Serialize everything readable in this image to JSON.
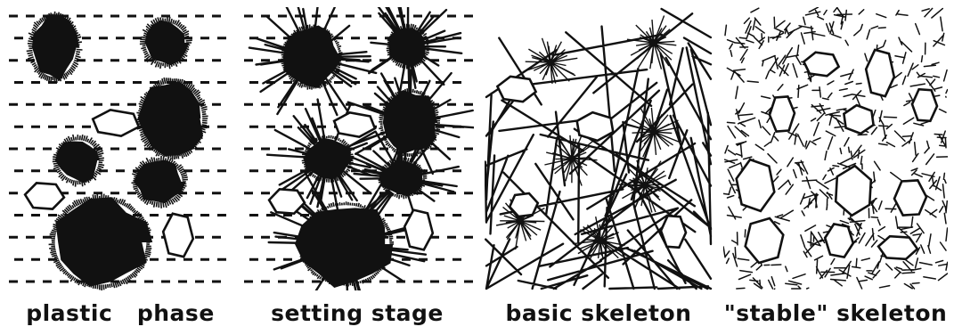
{
  "panels": [
    {
      "id": "plastic",
      "caption": "plastic   phase"
    },
    {
      "id": "setting",
      "caption": "setting stage"
    },
    {
      "id": "basic",
      "caption": "basic skeleton"
    },
    {
      "id": "stable",
      "caption": "\"stable\" skeleton"
    }
  ],
  "colors": {
    "ink": "#111111",
    "background": "#ffffff"
  }
}
